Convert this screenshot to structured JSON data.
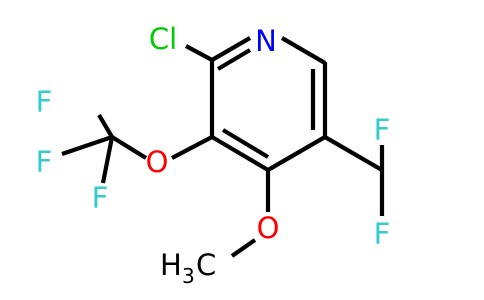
{
  "molecule": {
    "atoms": {
      "nitrogen": {
        "label": "N",
        "color": "#0000ff"
      },
      "chlorine": {
        "label": "Cl",
        "color": "#00cc00"
      },
      "ocf3_oxygen": {
        "label": "O",
        "color": "#ff0000"
      },
      "ome_oxygen": {
        "label": "O",
        "color": "#ff0000"
      },
      "methyl_h": {
        "label": "H",
        "color": "#000000"
      },
      "methyl_sub": {
        "label": "3",
        "color": "#000000"
      },
      "methyl_c": {
        "label": "C",
        "color": "#000000"
      },
      "cf3_f_top": {
        "label": "F",
        "color": "#33cccc"
      },
      "cf3_f_left": {
        "label": "F",
        "color": "#33cccc"
      },
      "cf3_f_bottom": {
        "label": "F",
        "color": "#33cccc"
      },
      "chf2_f_top": {
        "label": "F",
        "color": "#33cccc"
      },
      "chf2_f_bottom": {
        "label": "F",
        "color": "#33cccc"
      }
    }
  }
}
